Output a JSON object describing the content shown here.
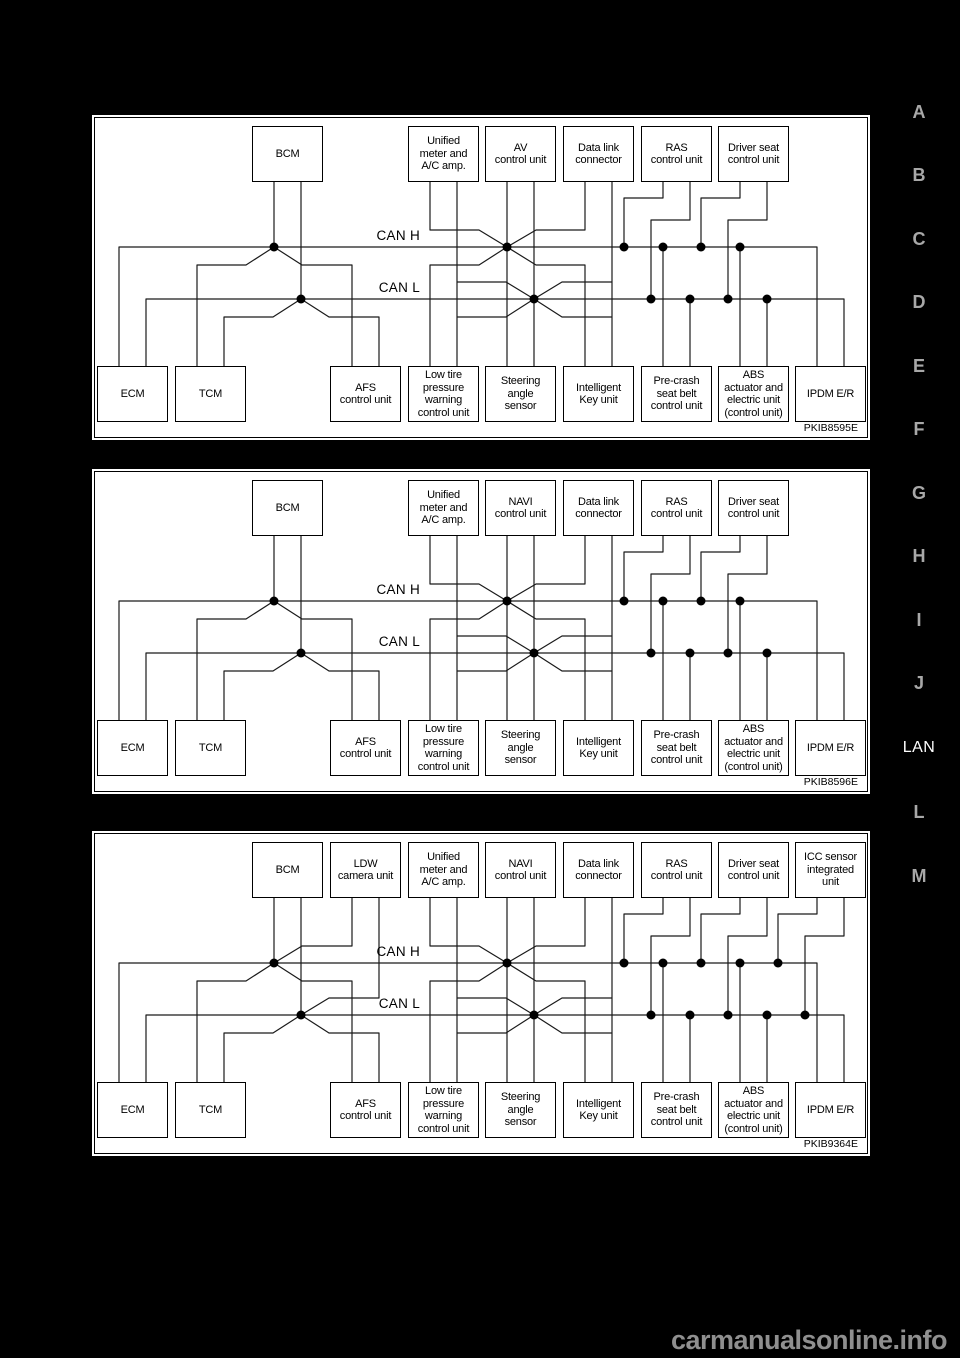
{
  "page": {
    "background": "#000000",
    "watermark": "carmanualsonline.info",
    "accent_colors": {
      "panel_bg": "#ffffff",
      "line": "#1a1a1a",
      "sidebar_letter": "#a8a8a8",
      "sidebar_highlight": "#ffffff"
    }
  },
  "sidebar": {
    "items": [
      {
        "label": "A"
      },
      {
        "label": "B"
      },
      {
        "label": "C"
      },
      {
        "label": "D"
      },
      {
        "label": "E"
      },
      {
        "label": "F"
      },
      {
        "label": "G"
      },
      {
        "label": "H"
      },
      {
        "label": "I"
      },
      {
        "label": "J"
      },
      {
        "label": "LAN",
        "highlight": true
      },
      {
        "label": "L"
      },
      {
        "label": "M"
      }
    ]
  },
  "diagrams": [
    {
      "code": "PKIB8595E",
      "bus_labels": {
        "high": "CAN H",
        "low": "CAN L"
      },
      "top_boxes": [
        {
          "col": 2,
          "label": "BCM"
        },
        {
          "col": 4,
          "label": "Unified\nmeter and\nA/C amp."
        },
        {
          "col": 5,
          "label": "AV\ncontrol unit"
        },
        {
          "col": 6,
          "label": "Data link\nconnector"
        },
        {
          "col": 7,
          "label": "RAS\ncontrol unit"
        },
        {
          "col": 8,
          "label": "Driver seat\ncontrol unit"
        }
      ],
      "bottom_boxes": [
        {
          "col": 0,
          "label": "ECM"
        },
        {
          "col": 1,
          "label": "TCM"
        },
        {
          "col": 3,
          "label": "AFS\ncontrol unit"
        },
        {
          "col": 4,
          "label": "Low tire\npressure\nwarning\ncontrol unit"
        },
        {
          "col": 5,
          "label": "Steering\nangle\nsensor"
        },
        {
          "col": 6,
          "label": "Intelligent\nKey unit"
        },
        {
          "col": 7,
          "label": "Pre-crash\nseat belt\ncontrol unit"
        },
        {
          "col": 8,
          "label": "ABS\nactuator and\nelectric unit\n(control unit)"
        },
        {
          "col": 9,
          "label": "IPDM E/R"
        }
      ]
    },
    {
      "code": "PKIB8596E",
      "bus_labels": {
        "high": "CAN H",
        "low": "CAN L"
      },
      "top_boxes": [
        {
          "col": 2,
          "label": "BCM"
        },
        {
          "col": 4,
          "label": "Unified\nmeter and\nA/C amp."
        },
        {
          "col": 5,
          "label": "NAVI\ncontrol unit"
        },
        {
          "col": 6,
          "label": "Data link\nconnector"
        },
        {
          "col": 7,
          "label": "RAS\ncontrol unit"
        },
        {
          "col": 8,
          "label": "Driver seat\ncontrol unit"
        }
      ],
      "bottom_boxes": [
        {
          "col": 0,
          "label": "ECM"
        },
        {
          "col": 1,
          "label": "TCM"
        },
        {
          "col": 3,
          "label": "AFS\ncontrol unit"
        },
        {
          "col": 4,
          "label": "Low tire\npressure\nwarning\ncontrol unit"
        },
        {
          "col": 5,
          "label": "Steering\nangle\nsensor"
        },
        {
          "col": 6,
          "label": "Intelligent\nKey unit"
        },
        {
          "col": 7,
          "label": "Pre-crash\nseat belt\ncontrol unit"
        },
        {
          "col": 8,
          "label": "ABS\nactuator and\nelectric unit\n(control unit)"
        },
        {
          "col": 9,
          "label": "IPDM E/R"
        }
      ]
    },
    {
      "code": "PKIB9364E",
      "bus_labels": {
        "high": "CAN H",
        "low": "CAN L"
      },
      "top_boxes": [
        {
          "col": 2,
          "label": "BCM"
        },
        {
          "col": 3,
          "label": "LDW\ncamera unit"
        },
        {
          "col": 4,
          "label": "Unified\nmeter and\nA/C amp."
        },
        {
          "col": 5,
          "label": "NAVI\ncontrol unit"
        },
        {
          "col": 6,
          "label": "Data link\nconnector"
        },
        {
          "col": 7,
          "label": "RAS\ncontrol unit"
        },
        {
          "col": 8,
          "label": "Driver seat\ncontrol unit"
        },
        {
          "col": 9,
          "label": "ICC sensor\nintegrated\nunit"
        }
      ],
      "bottom_boxes": [
        {
          "col": 0,
          "label": "ECM"
        },
        {
          "col": 1,
          "label": "TCM"
        },
        {
          "col": 3,
          "label": "AFS\ncontrol unit"
        },
        {
          "col": 4,
          "label": "Low tire\npressure\nwarning\ncontrol unit"
        },
        {
          "col": 5,
          "label": "Steering\nangle\nsensor"
        },
        {
          "col": 6,
          "label": "Intelligent\nKey unit"
        },
        {
          "col": 7,
          "label": "Pre-crash\nseat belt\ncontrol unit"
        },
        {
          "col": 8,
          "label": "ABS\nactuator and\nelectric unit\n(control unit)"
        },
        {
          "col": 9,
          "label": "IPDM E/R"
        }
      ]
    }
  ]
}
